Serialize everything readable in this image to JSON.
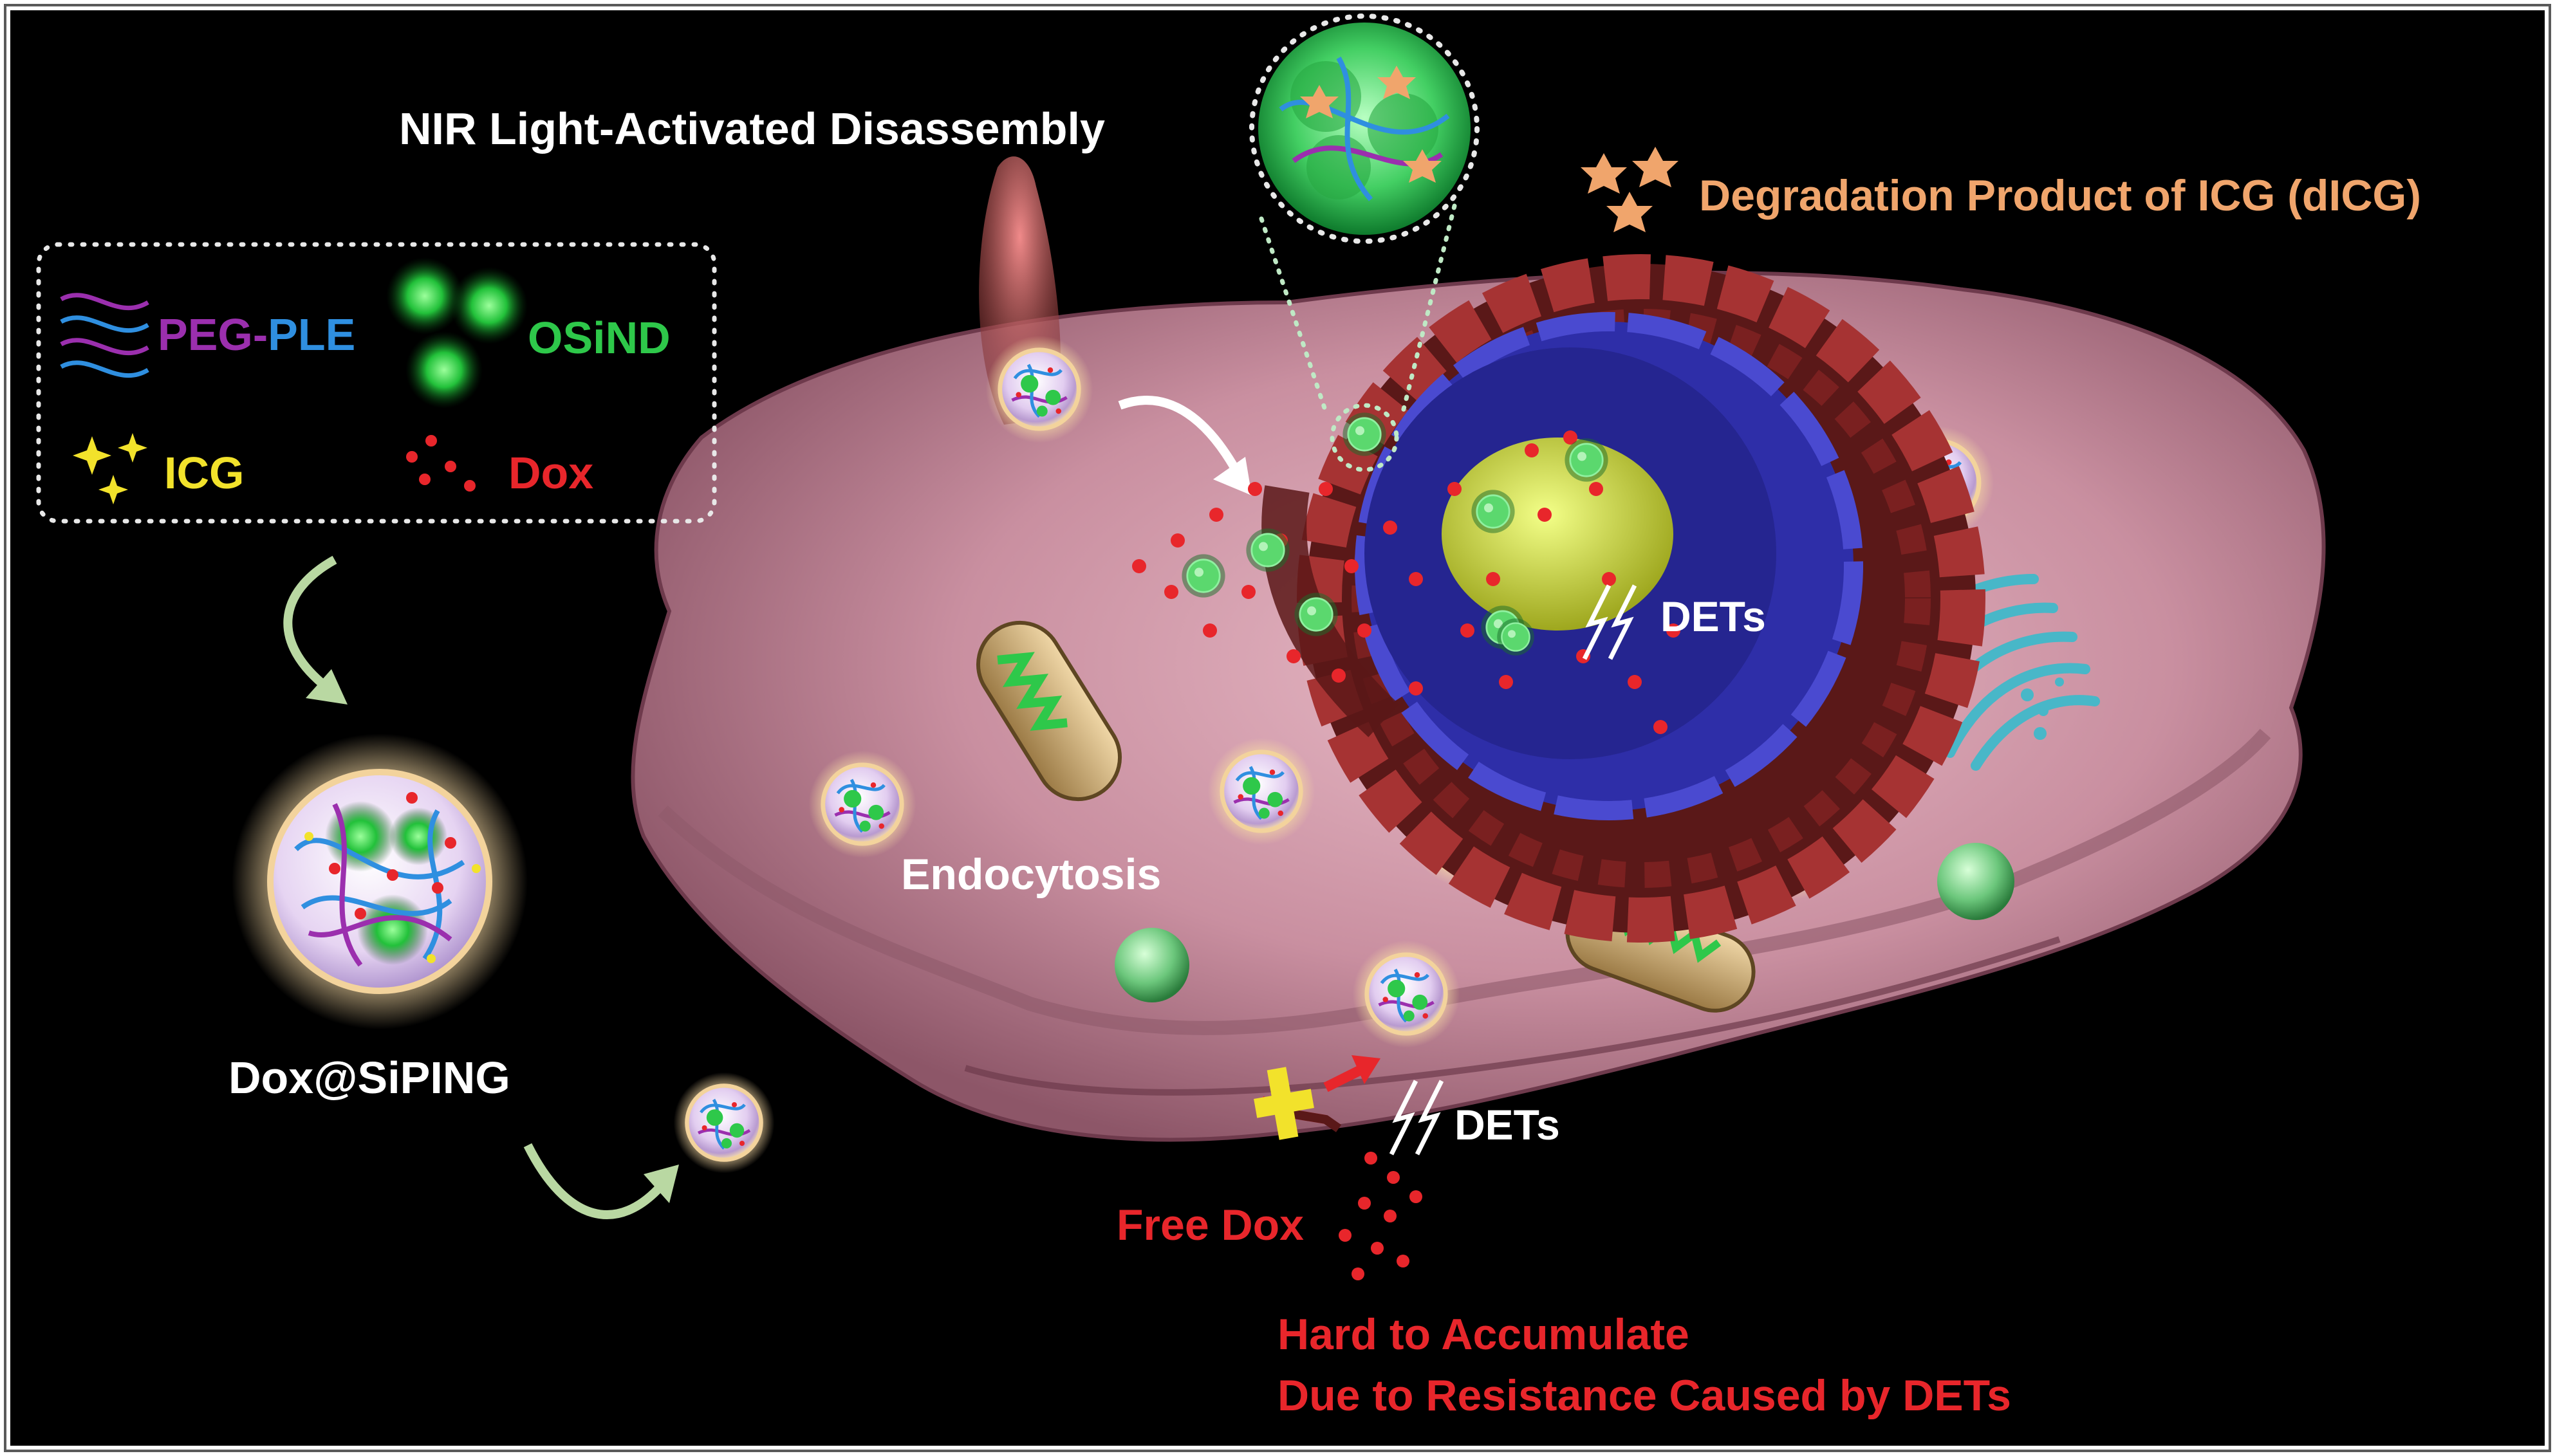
{
  "title": "NIR Light-Activated Disassembly",
  "degradation_label": "Degradation Product of ICG (dICG)",
  "legend": {
    "peg": "PEG",
    "dash": "-",
    "ple": "PLE",
    "osind": "OSiND",
    "icg": "ICG",
    "dox": "Dox"
  },
  "nanoparticle_label": "Dox@SiPING",
  "endocytosis_label": "Endocytosis",
  "dets_nucleus_label": "DETs",
  "dets_membrane_label": "DETs",
  "free_dox_label": "Free Dox",
  "resistance_line1": "Hard to Accumulate",
  "resistance_line2": "Due to Resistance Caused by DETs",
  "colors": {
    "background": "#000000",
    "cell": "#c98fa0",
    "peg": "#9b2fae",
    "ple": "#2f8fe0",
    "osind": "#2ec84a",
    "icg": "#f2e22b",
    "dox": "#e8262b",
    "degradation": "#f0a56c",
    "nucleus_envelope": "#8c2424",
    "nucleus_inner": "#2e2ea8",
    "nucleolus": "#c9d638"
  }
}
